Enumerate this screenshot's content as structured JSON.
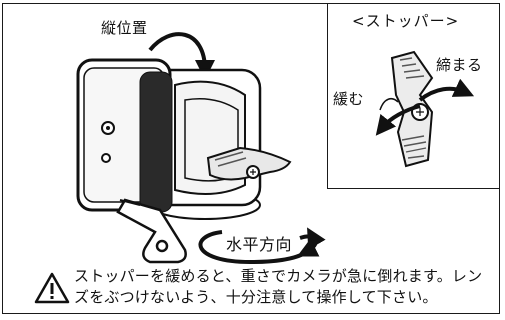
{
  "labels": {
    "vertical": "縦位置",
    "horizontal": "水平方向",
    "stopper_title": "<ストッパー>",
    "tighten": "締まる",
    "loosen": "緩む"
  },
  "warning": {
    "text": "ストッパーを緩めると、重さでカメラが急に倒れます。レンズをぶつけないよう、十分注意して操作して下さい。"
  },
  "icons": {
    "warning": "warning-triangle-icon"
  }
}
